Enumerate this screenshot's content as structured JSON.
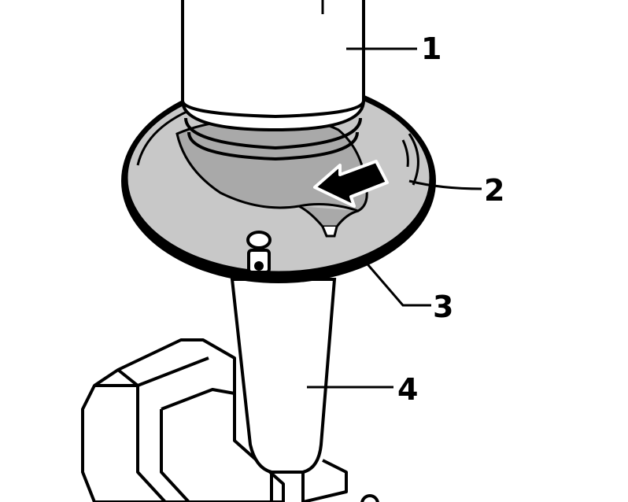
{
  "diagram": {
    "callouts": [
      {
        "id": "1",
        "label": "1"
      },
      {
        "id": "2",
        "label": "2"
      },
      {
        "id": "3",
        "label": "3"
      },
      {
        "id": "4",
        "label": "4"
      }
    ]
  },
  "colors": {
    "ink": "#000000",
    "paper": "#ffffff",
    "plate_fill": "#c8c8c8",
    "plate_rim": "#dcdcdc",
    "arrow_fill": "#000000"
  }
}
